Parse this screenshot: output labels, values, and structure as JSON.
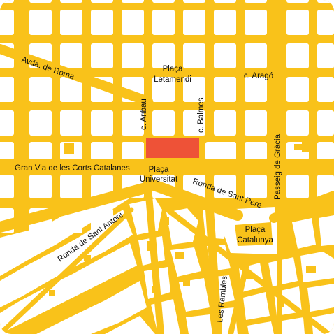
{
  "colors": {
    "road": "#F9C21A",
    "block": "#ffffff",
    "highlight": "#EE5237",
    "label": "#111111"
  },
  "labels": {
    "avda_roma": "Avda. de Roma",
    "placa_letamendi_1": "Plaça",
    "placa_letamendi_2": "Letamendi",
    "c_arago": "c. Aragó",
    "c_aribau": "c. Aribau",
    "c_balmes": "c. Balmes",
    "gran_via": "Gran Via de les Corts Catalanes",
    "placa_universitat_1": "Plaça",
    "placa_universitat_2": "Universitat",
    "ronda_sant_pere": "Ronda de Sant Pere",
    "passeig_gracia": "Passeig de Gràcia",
    "placa_catalunya_1": "Plaça",
    "placa_catalunya_2": "Catalunya",
    "ronda_sant_antoni": "Ronda de Sant Antoni",
    "les_rambles": "Les Rambles"
  }
}
